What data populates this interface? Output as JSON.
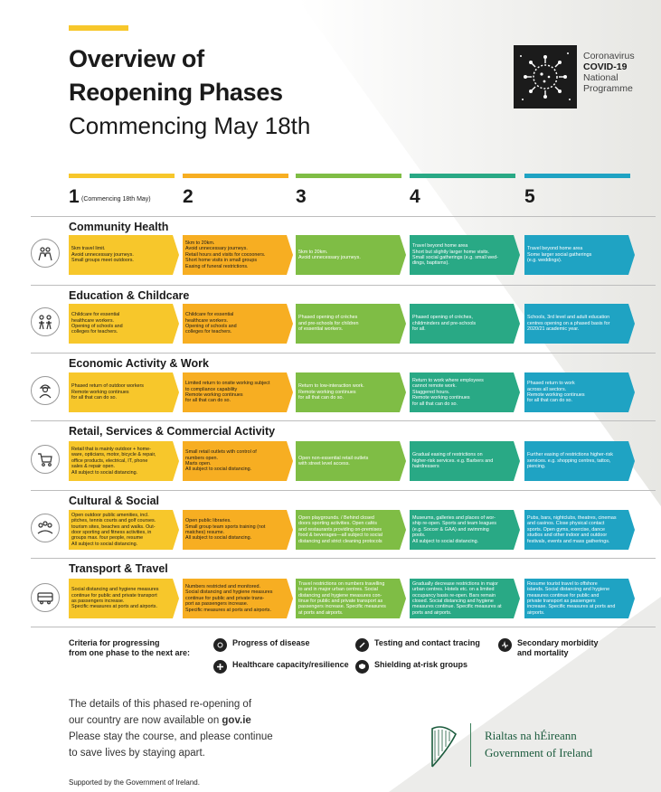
{
  "title": {
    "line1": "Overview of",
    "line2": "Reopening Phases",
    "line3": "Commencing May 18th"
  },
  "logo": {
    "line1": "Coronavirus",
    "line2": "COVID-19",
    "line3": "National",
    "line4": "Programme"
  },
  "phases": [
    {
      "number": "1",
      "sub": "(Commencing 18th May)",
      "color": "#f7c72b"
    },
    {
      "number": "2",
      "color": "#f7ae22"
    },
    {
      "number": "3",
      "color": "#7fbd45"
    },
    {
      "number": "4",
      "color": "#29a985"
    },
    {
      "number": "5",
      "color": "#1fa3c3"
    }
  ],
  "sections": [
    {
      "title": "Community Health",
      "icon": "family-icon",
      "cells": [
        "5km travel limit.\nAvoid unnecessary journeys.\nSmall groups meet outdoors.",
        "5km to 20km.\nAvoid unnecessary journeys.\nRetail hours and visits for cocooners.\nShort home visits in small groups\nEasing of funeral restrictions.",
        "5km to 20km.\nAvoid unnecessary journeys.",
        "Travel beyond home area\nShort but slightly larger home visits.\nSmall social gatherings (e.g. small wed-\ndings, baptisms).",
        "Travel beyond home area\nSome larger social gatherings\n(e.g. weddings)."
      ]
    },
    {
      "title": "Education & Childcare",
      "icon": "children-icon",
      "cells": [
        "Childcare for essential\nhealthcare workers.\nOpening of schools and\ncolleges for teachers.",
        "Childcare for essential\nhealthcare workers.\nOpening of schools and\ncolleges for teachers.",
        "Phased opening of crèches\nand pre-schools for children\nof essential workers.",
        "Phased opening of crèches,\nchildminders and pre-schools\nfor all.",
        "Schools, 3rd level and adult education\ncentres opening on a phased basis for\n2020/21 academic year."
      ]
    },
    {
      "title": "Economic Activity & Work",
      "icon": "worker-icon",
      "cells": [
        "Phased return of outdoor workers\nRemote working continues\nfor all that can do so.",
        "Limited return to onsite working subject\nto compliance capability\nRemote working continues\nfor all that can do so.",
        "Return to low-interaction work.\nRemote working continues\nfor all that can do so.",
        "Return to work where employees\ncannot remote work.\nStaggered hours.\nRemote working continues\nfor all that can do so.",
        "Phased return to work\nacross all sectors.\nRemote working continues\nfor all that can do so."
      ]
    },
    {
      "title": "Retail, Services & Commercial Activity",
      "icon": "shopping-cart-icon",
      "cells": [
        "Retail that is mainly outdoor + home-\nware, opticians, motor, bicycle & repair,\noffice products, electrical, IT, phone\nsales & repair open.\nAll subject to social distancing.",
        "Small retail outlets with control of\nnumbers open.\nMarts open.\nAll subject to social distancing.",
        "Open non-essential retail outlets\nwith street level access.",
        "Gradual easing of restrictions on\nhigher-risk services. e.g. Barbers and\nhairdressers",
        "Further easing of restrictions higher-risk\nservices. e.g. shopping centres, tattoo,\npiercing."
      ]
    },
    {
      "title": "Cultural & Social",
      "icon": "community-icon",
      "cells": [
        "Open outdoor public amenities, incl.\npitches, tennis courts and golf courses.\ntourism sites, beaches and walks. Out-\ndoor sporting and fitness activities, in\ngroups max. four people, resume\nAll subject to social distancing.",
        "Open public libraries.\nSmall group team sports training (not\nmatches) resume.\nAll subject to social distancing.",
        "Open playgrounds. / Behind closed\ndoors sporting activities. Open cafés\nand restaurants providing on-premises\nfood & beverages—all subject to social\ndistancing and strict cleaning protocols",
        "Museums, galleries and places of wor-\nship re-open. Sports and team leagues\n(e.g. Soccer & GAA) and swimming\npools.\nAll subject to social distancing.",
        "Pubs, bars, nightclubs, theatres, cinemas\nand casinos. Close physical contact\nsports. Open gyms, exercise, dance\nstudios and other indoor and outdoor\nfestivals, events and mass gatherings."
      ]
    },
    {
      "title": "Transport & Travel",
      "icon": "bus-icon",
      "cells": [
        "Social distancing and hygiene measures\ncontinue for public and private transport\nas passengers increase.\nSpecific measures at ports and airports.",
        "Numbers restricted and monitored.\nSocial distancing and hygiene measures\ncontinue for public and private trans-\nport as passengers increase.\nSpecific measures at ports and airports.",
        "Travel restrictions on numbers travelling\nto and in major urban centres. Social\ndistancing and hygiene measures con-\ntinue for public and private transport as\npassengers increase. Specific measures\nat ports and airports.",
        "Gradually decrease restrictions in major\nurban centres. Hotels etc. on a limited\noccupancy basis re-open. Bars remain\nclosed. Social distancing and hygiene\nmeasures continue. Specific measures at\nports and airports.",
        "Resume tourist travel to offshore\nislands. Social distancing and hygiene\nmeasures continue for public and\nprivate transport as passengers\nincrease. Specific measures at ports and\nairports."
      ]
    }
  ],
  "criteria": {
    "label": "Criteria for progressing\nfrom one phase to the next are:",
    "items": [
      "Progress of disease",
      "Testing and contact tracing",
      "Secondary morbidity\nand mortality",
      "Healthcare capacity/resilience",
      "Shielding at-risk groups"
    ]
  },
  "footer": {
    "line1": "The details of this phased re-opening of",
    "line2_pre": "our country are now available on ",
    "line2_link": "gov.ie",
    "line3": "Please stay the course, and please continue",
    "line4": "to save lives by staying apart.",
    "support": "Supported by the Government of Ireland."
  },
  "government": {
    "irish": "Rialtas na hÉireann",
    "english": "Government of Ireland"
  }
}
